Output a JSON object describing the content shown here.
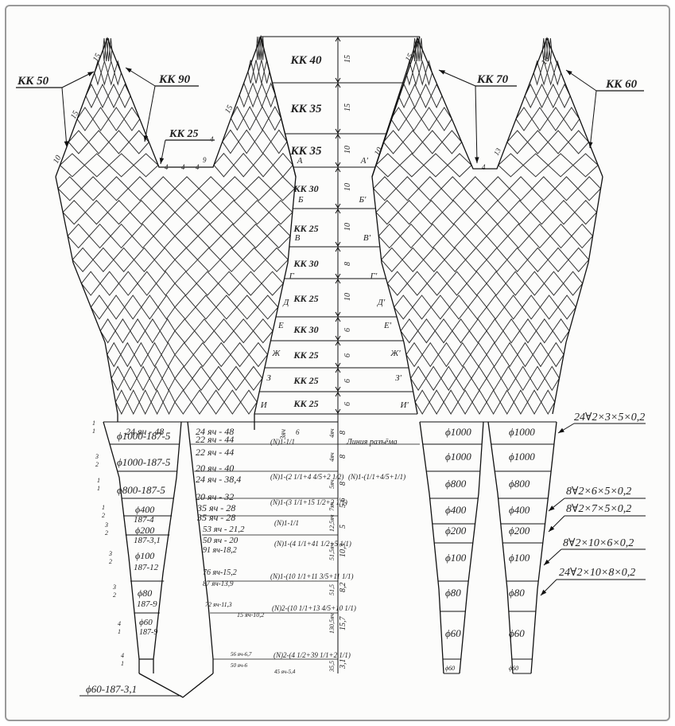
{
  "top_labels": {
    "kk50": "КК 50",
    "kk90": "КК 90",
    "kk25_left": "КК 25",
    "kk70": "КК 70",
    "kk60": "КК 60"
  },
  "center_panels": [
    {
      "label": "КК 40",
      "dim": "15"
    },
    {
      "label": "КК 35",
      "dim": "15"
    },
    {
      "label": "КК 35",
      "dim": "10"
    },
    {
      "label": "КК 30",
      "dim": "10"
    },
    {
      "label": "КК 25",
      "dim": "10"
    },
    {
      "label": "КК 30",
      "dim": "8"
    },
    {
      "label": "КК 25",
      "dim": "10"
    },
    {
      "label": "КК 30",
      "dim": "6"
    },
    {
      "label": "КК 25",
      "dim": "6"
    },
    {
      "label": "КК 25",
      "dim": "6"
    },
    {
      "label": "КК 25",
      "dim": "6"
    }
  ],
  "letters_left": [
    "А",
    "Б",
    "В",
    "Г",
    "Д",
    "Е",
    "Ж",
    "З",
    "И"
  ],
  "letters_right": [
    "А'",
    "Б'",
    "В'",
    "Г'",
    "Д'",
    "Е'",
    "Ж'",
    "З'",
    "И'"
  ],
  "wing_dims": {
    "left_top_a": "15",
    "left_top_b": "15",
    "left_side": "10",
    "left_inner": "15",
    "small_a": "4",
    "small_b": "4",
    "small_c": "4",
    "small_d": "9",
    "small_e": "4",
    "right_top_a": "15",
    "right_top_b": "15",
    "right_side": "10",
    "right_small": "13",
    "right_small_b": "4"
  },
  "bag": {
    "left_col": [
      "24 яч - 48",
      "ϕ1000-187-5",
      "ϕ1000-187-5",
      "ϕ800-187-5",
      "ϕ400",
      "187-4",
      "ϕ200",
      "187-3,1",
      "ϕ100",
      "187-12",
      "ϕ80",
      "187-9",
      "ϕ60",
      "187-9"
    ],
    "mid_col": [
      "24 яч - 48",
      "22 яч - 44",
      "22 яч - 44",
      "20 яч - 40",
      "24 яч - 38,4",
      "20 яч - 32",
      "35 яч - 28",
      "35 яч - 28",
      "53 яч - 21,2",
      "50 яч - 20",
      "91 яч-18,2",
      "76 яч-15,2",
      "87 яч-13,9",
      "72 яч-11,3",
      "15 яч-10,2",
      "56 яч-6,7",
      "50 яч-6",
      "45 яч-5,4"
    ],
    "formulas": [
      "(N)1-1/1",
      "(N)1-(2 1/1+4 4/5+2 1/2)",
      "(N)1-(3 1/1+15 1/2+2 1/1)",
      "(N)1-1/1",
      "(N)1-(4 1/1+41 1/2+5 1/1)",
      "(N)1-(10 1/1+11 3/5+11 1/1)",
      "(N)2-(10 1/1+13 4/5+10 1/1)",
      "(N)2-(4 1/2+39 1/1+2 1/1)"
    ],
    "right_formula": "(N)1-(1/1+4/5+1/1)",
    "dims": [
      "8",
      "8",
      "8",
      "5,6",
      "5",
      "10,3",
      "8,2",
      "15,7",
      "3,1"
    ],
    "cells": [
      "4яч",
      "4яч",
      "5яч",
      "7яч",
      "12,5яч",
      "51,5яч",
      "51,5",
      "130,5яч",
      "35,5"
    ],
    "three_cell": "3яч",
    "six": "6",
    "parting_line": "Линия разъёма",
    "right1": [
      "ϕ1000",
      "ϕ1000",
      "ϕ800",
      "ϕ400",
      "ϕ200",
      "ϕ100",
      "ϕ80",
      "ϕ60",
      "ϕ60"
    ],
    "right2": [
      "ϕ1000",
      "ϕ1000",
      "ϕ800",
      "ϕ400",
      "ϕ200",
      "ϕ100",
      "ϕ80",
      "ϕ60",
      "ϕ60"
    ],
    "ratios": [
      "1/1",
      "3/2",
      "1/1",
      "1/2",
      "3/2",
      "3/2",
      "3/2",
      "4/1",
      "4/1"
    ],
    "bottom": "ϕ60-187-3,1"
  },
  "callouts": [
    "24∀2×3×5×0,2",
    "8∀2×6×5×0,2",
    "8∀2×7×5×0,2",
    "8∀2×10×6×0,2",
    "24∀2×10×8×0,2"
  ]
}
